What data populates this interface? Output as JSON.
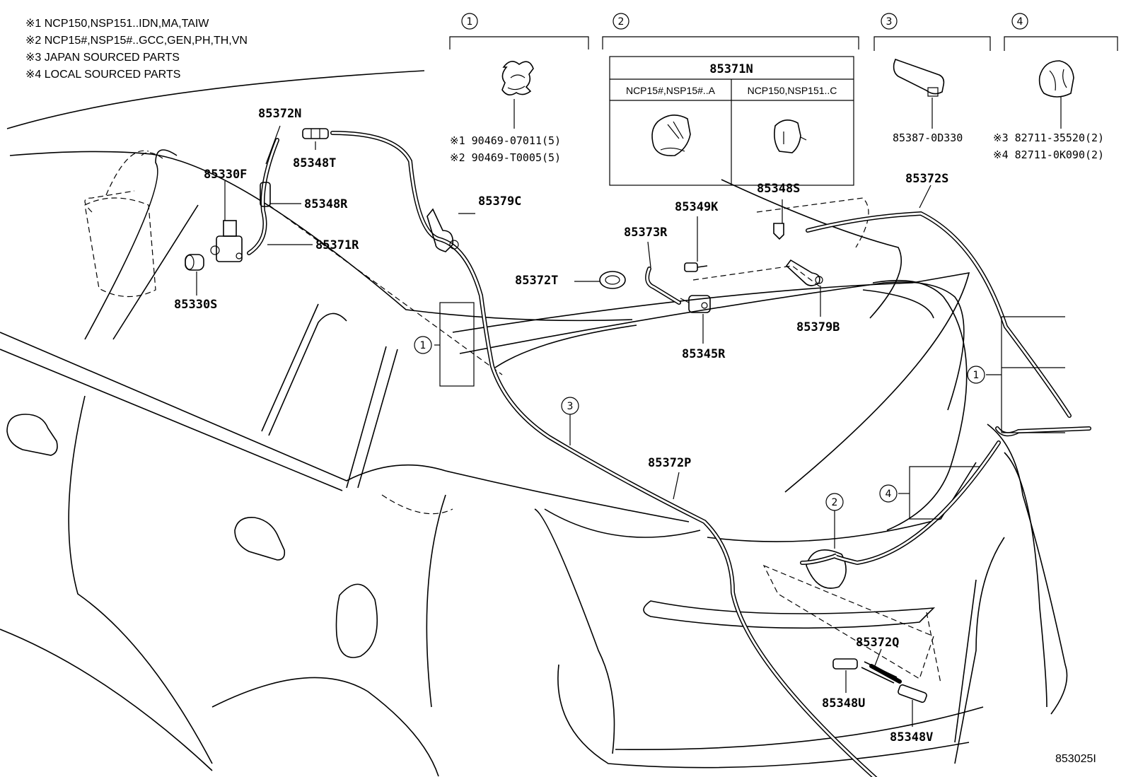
{
  "notes": [
    "※1 NCP150,NSP151..IDN,MA,TAIW",
    "※2 NCP15#,NSP15#..GCC,GEN,PH,TH,VN",
    "※3 JAPAN SOURCED PARTS",
    "※4 LOCAL SOURCED PARTS"
  ],
  "insets": {
    "i1": {
      "num": "1",
      "parts": [
        "※1 90469-07011(5)",
        "※2 90469-T0005(5)"
      ]
    },
    "i2": {
      "num": "2",
      "title": "85371N",
      "col_a": "NCP15#,NSP15#..A",
      "col_b": "NCP150,NSP151..C"
    },
    "i3": {
      "num": "3",
      "parts": [
        "85387-0D330"
      ]
    },
    "i4": {
      "num": "4",
      "parts": [
        "※3 82711-35520(2)",
        "※4 82711-0K090(2)"
      ]
    }
  },
  "labels": {
    "p85372N": "85372N",
    "p85348T": "85348T",
    "p85330F": "85330F",
    "p85348R": "85348R",
    "p85379C": "85379C",
    "p85371R": "85371R",
    "p85330S": "85330S",
    "p85348S": "85348S",
    "p85372S": "85372S",
    "p85349K": "85349K",
    "p85373R": "85373R",
    "p85372T": "85372T",
    "p85379B": "85379B",
    "p85345R": "85345R",
    "p85372P": "85372P",
    "p85372Q": "85372Q",
    "p85348U": "85348U",
    "p85348V": "85348V"
  },
  "callouts": {
    "c1": "1",
    "c2": "2",
    "c3": "3",
    "c4": "4"
  },
  "diagram_id": "853025I"
}
